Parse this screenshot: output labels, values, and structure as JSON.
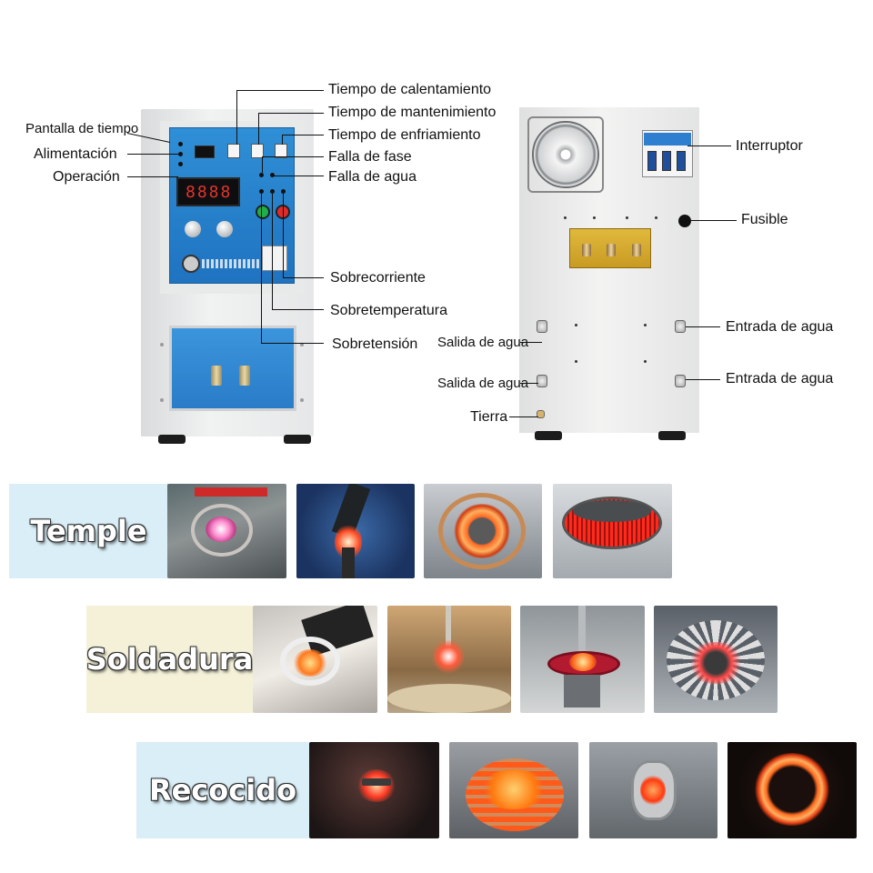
{
  "front_labels": {
    "pantalla": "Pantalla de tiempo",
    "alimentacion": "Alimentación",
    "operacion": "Operación",
    "calentamiento": "Tiempo de calentamiento",
    "mantenimiento": "Tiempo de mantenimiento",
    "enfriamiento": "Tiempo de enfriamiento",
    "falla_fase": "Falla de fase",
    "falla_agua": "Falla de agua",
    "sobrecorriente": "Sobrecorriente",
    "sobretemperatura": "Sobretemperatura",
    "sobretension": "Sobretensión"
  },
  "back_labels": {
    "interruptor": "Interruptor",
    "fusible": "Fusible",
    "salida_agua_1": "Salida de agua",
    "salida_agua_2": "Salida de agua",
    "entrada_agua_1": "Entrada de agua",
    "entrada_agua_2": "Entrada de agua",
    "tierra": "Tierra"
  },
  "display_value": "8888",
  "rows": [
    {
      "label": "Temple",
      "label_bg": "#d9eef7"
    },
    {
      "label": "Soldadura",
      "label_bg": "#f4f1d8"
    },
    {
      "label": "Recocido",
      "label_bg": "#d9eef7"
    }
  ]
}
